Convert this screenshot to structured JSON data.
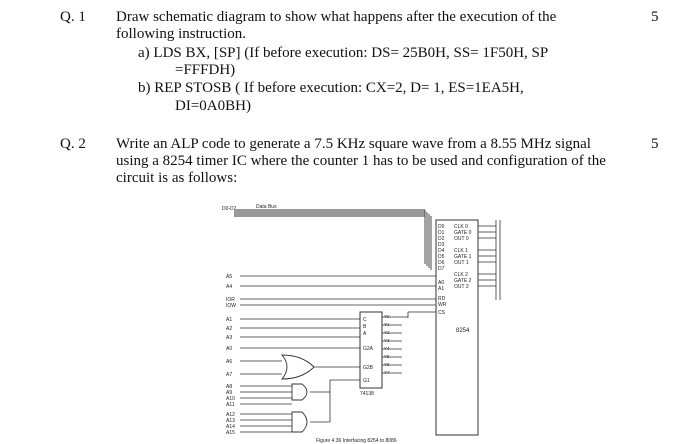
{
  "q1": {
    "number": "Q. 1",
    "marks": "5",
    "lines": [
      "Draw schematic diagram to show what happens after the execution of the",
      "following instruction.",
      "a)  LDS BX, [SP]  (If before execution: DS= 25B0H, SS= 1F50H, SP",
      "=FFFDH)",
      "b)  REP STOSB  ( If before execution: CX=2, D= 1, ES=1EA5H,",
      "DI=0A0BH)"
    ]
  },
  "q2": {
    "number": "Q. 2",
    "marks": "5",
    "lines": [
      "Write an ALP code to generate a 7.5 KHz square wave from a 8.55 MHz signal",
      "using a 8254 timer IC where the counter 1 has to be used and configuration of the",
      "circuit is as follows:"
    ]
  },
  "figure": {
    "data_bus_label": "D0-D7",
    "data_bus_text": "Data Bus",
    "left_signals": [
      "A5",
      "A4",
      "IOR",
      "IOW",
      "A1",
      "A2",
      "A3",
      "A0",
      "A6",
      "A7",
      "A8",
      "A9",
      "A10",
      "A11",
      "A12",
      "A13",
      "A14",
      "A15"
    ],
    "pins_8254_left": [
      "D0",
      "D1",
      "D2",
      "D3",
      "D4",
      "D5",
      "D6",
      "D7",
      "A0",
      "A1",
      "RD",
      "WR",
      "CS"
    ],
    "pins_8254_right": [
      "CLK 0",
      "GATE 0",
      "OUT 0",
      "CLK 1",
      "GATE 1",
      "OUT 1",
      "CLK 2",
      "GATE 2",
      "OUT 2"
    ],
    "chip_8254": "8254",
    "decoder_inputs": [
      "C",
      "B",
      "A",
      "G2A",
      "G2B",
      "G1"
    ],
    "decoder_outputs": [
      "Y0",
      "Y1",
      "Y2",
      "Y3",
      "Y4",
      "Y5",
      "Y6",
      "Y7"
    ],
    "decoder_name": "74138",
    "caption": "Figure 4.36  Interfacing 8254 to 8086"
  }
}
